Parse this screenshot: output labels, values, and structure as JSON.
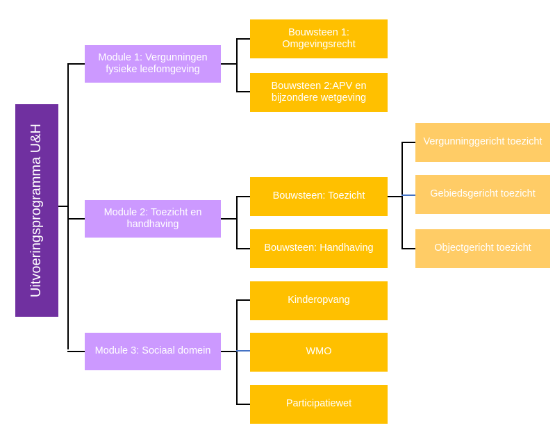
{
  "diagram": {
    "title": "Uitvoeringsprogramma U&H organogram",
    "colors": {
      "root": "#7030A0",
      "module": "#CC99FF",
      "bouwsteen": "#FFC000",
      "sub": "#FFCC66",
      "connector": "#000000",
      "connector_accent": "#4472C4",
      "text": "#FFFFFF",
      "background": "#FFFFFF"
    },
    "root": {
      "label": "Uitvoeringsprogramma U&H"
    },
    "modules": [
      {
        "label": "Module 1: Vergunningen fysieke leefomgeving"
      },
      {
        "label": "Module 2: Toezicht en handhaving"
      },
      {
        "label": "Module 3: Sociaal domein"
      }
    ],
    "bouwstenen": [
      {
        "label": "Bouwsteen 1: Omgevingsrecht"
      },
      {
        "label": "Bouwsteen 2:APV en bijzondere wetgeving"
      },
      {
        "label": "Bouwsteen: Toezicht"
      },
      {
        "label": "Bouwsteen: Handhaving"
      },
      {
        "label": "Kinderopvang"
      },
      {
        "label": "WMO"
      },
      {
        "label": "Participatiewet"
      }
    ],
    "subitems": [
      {
        "label": "Vergunninggericht toezicht"
      },
      {
        "label": "Gebiedsgericht toezicht"
      },
      {
        "label": "Objectgericht toezicht"
      }
    ]
  }
}
